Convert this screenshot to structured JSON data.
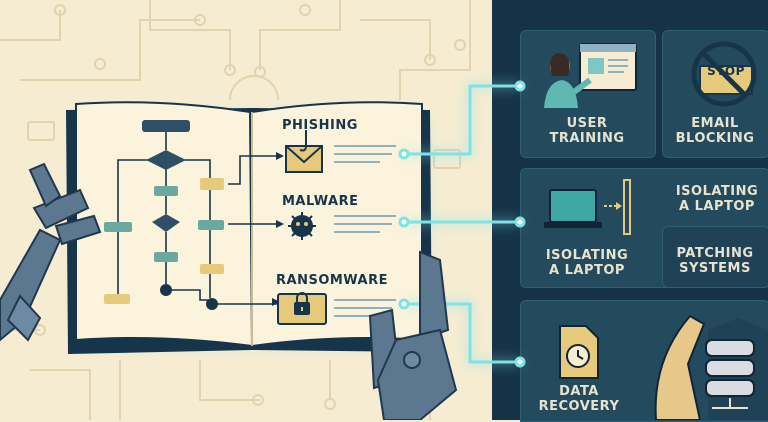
{
  "book": {
    "threats": [
      {
        "label": "PHISHING",
        "icon": "phishing-envelope-icon"
      },
      {
        "label": "MALWARE",
        "icon": "virus-icon"
      },
      {
        "label": "RANSOMWARE",
        "icon": "padlock-laptop-icon"
      }
    ]
  },
  "responses": {
    "training": "USER\nTRAINING",
    "email_blocking": "EMAIL\nBLOCKING",
    "isolating_top": "ISOLATING\nA LAPTOP",
    "isolating_bottom": "ISOLATING\nA LAPTOP",
    "patching": "PATCHING\nSYSTEMS",
    "recovery": "DATA\nRECOVERY",
    "stop_sign": "STOP"
  },
  "colors": {
    "background_left": "#f6ecd2",
    "background_right": "#163247",
    "card": "#244a5d",
    "accent_glow": "#7fe3e6",
    "robot": "#5b7890"
  }
}
